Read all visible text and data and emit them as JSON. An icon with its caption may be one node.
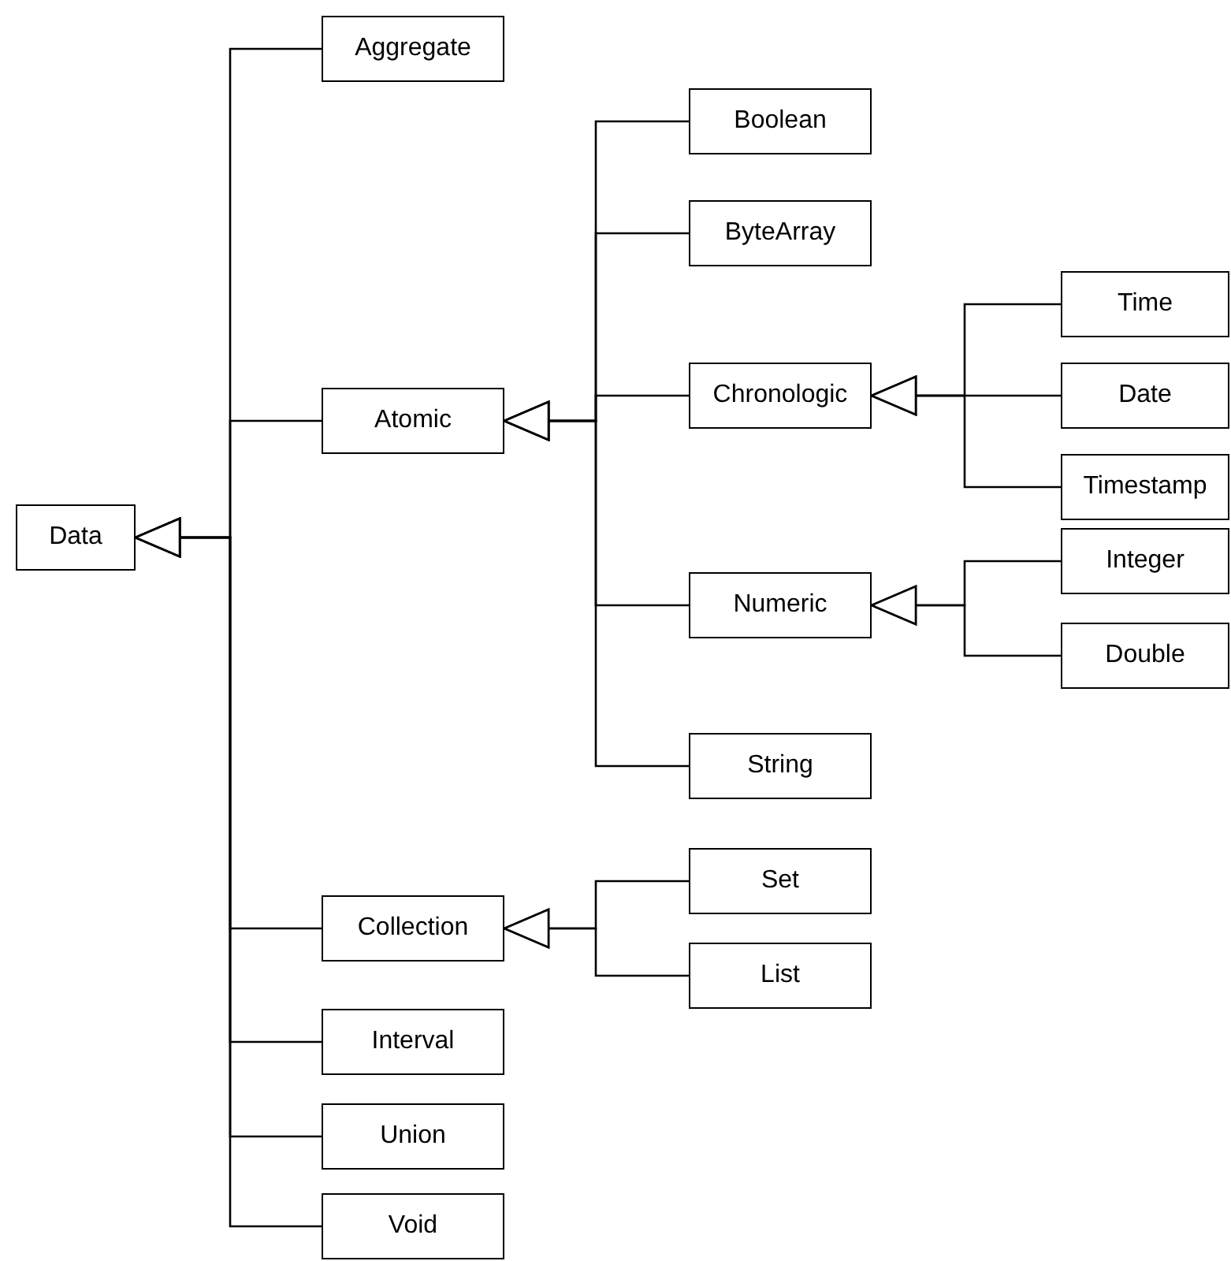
{
  "diagram": {
    "nodes": [
      {
        "text": [
          "Data"
        ]
      },
      {
        "text": [
          "Aggregate"
        ]
      },
      {
        "text": [
          "Atomic"
        ]
      },
      {
        "text": [
          "Collection"
        ]
      },
      {
        "text": [
          "Interval"
        ]
      },
      {
        "text": [
          "Union"
        ]
      },
      {
        "text": [
          "Void"
        ]
      },
      {
        "text": [
          "Boolean"
        ]
      },
      {
        "text": [
          "ByteArray"
        ]
      },
      {
        "text": [
          "Chronologic"
        ]
      },
      {
        "text": [
          "Numeric"
        ]
      },
      {
        "text": [
          "String"
        ]
      },
      {
        "text": [
          "Set"
        ]
      },
      {
        "text": [
          "List"
        ]
      },
      {
        "text": [
          "Time"
        ]
      },
      {
        "text": [
          "Date"
        ]
      },
      {
        "text": [
          "Timestamp"
        ]
      },
      {
        "text": [
          "Integer"
        ]
      },
      {
        "text": [
          "Double"
        ]
      }
    ],
    "edges": [
      {
        "from": 1,
        "to": 0,
        "arrow": "to"
      },
      {
        "from": 2,
        "to": 0,
        "arrow": "to"
      },
      {
        "from": 3,
        "to": 0,
        "arrow": "to"
      },
      {
        "from": 4,
        "to": 0,
        "arrow": "to"
      },
      {
        "from": 5,
        "to": 0,
        "arrow": "to"
      },
      {
        "from": 6,
        "to": 0,
        "arrow": "to"
      },
      {
        "from": 7,
        "to": 2,
        "arrow": "to"
      },
      {
        "from": 8,
        "to": 2,
        "arrow": "to"
      },
      {
        "from": 9,
        "to": 2,
        "arrow": "to"
      },
      {
        "from": 10,
        "to": 2,
        "arrow": "to"
      },
      {
        "from": 11,
        "to": 2,
        "arrow": "to"
      },
      {
        "from": 12,
        "to": 3,
        "arrow": "to"
      },
      {
        "from": 13,
        "to": 3,
        "arrow": "to"
      },
      {
        "from": 14,
        "to": 9,
        "arrow": "to"
      },
      {
        "from": 15,
        "to": 9,
        "arrow": "to"
      },
      {
        "from": 16,
        "to": 9,
        "arrow": "to"
      },
      {
        "from": 17,
        "to": 10,
        "arrow": "to"
      },
      {
        "from": 18,
        "to": 10,
        "arrow": "to"
      }
    ]
  }
}
